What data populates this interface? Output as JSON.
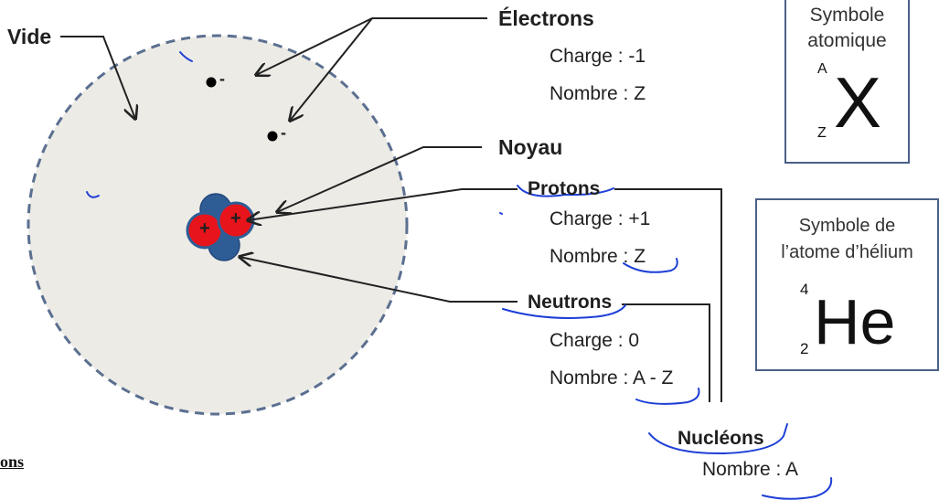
{
  "labels": {
    "vide": "Vide",
    "electrons": "Électrons",
    "electrons_charge": "Charge : -1",
    "electrons_nombre": "Nombre : Z",
    "noyau": "Noyau",
    "protons": "Protons",
    "protons_charge": "Charge : +1",
    "protons_nombre": "Nombre : Z",
    "neutrons": "Neutrons",
    "neutrons_charge": "Charge : 0",
    "neutrons_nombre": "Nombre : A - Z",
    "nucleons": "Nucléons",
    "nucleons_nombre": "Nombre : A",
    "electron_sign": "-",
    "proton_sign": "+",
    "cut_text": "ons"
  },
  "symbol_box": {
    "title_line1": "Symbole",
    "title_line2": "atomique",
    "mass_number": "A",
    "atomic_number": "Z",
    "element": "X"
  },
  "helium_box": {
    "title_line1": "Symbole de",
    "title_line2": "l’atome d’hélium",
    "mass_number": "4",
    "atomic_number": "2",
    "element": "He"
  },
  "colors": {
    "atom_fill": "#ecebe6",
    "atom_border": "#5b6f90",
    "neutron": "#2e5d96",
    "proton": "#e8141b",
    "box_border": "#4a5f86",
    "ink": "#1d3fd6",
    "line": "#222222"
  }
}
